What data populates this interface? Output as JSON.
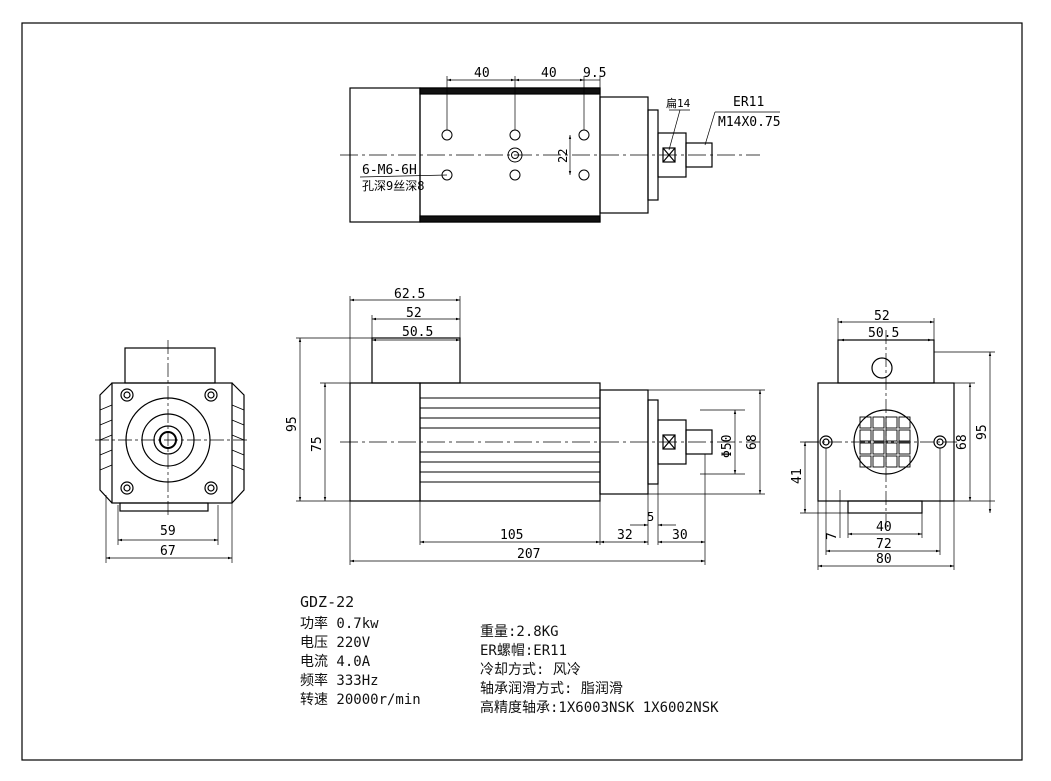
{
  "top_view": {
    "dims": {
      "d1": "40",
      "d2": "40",
      "d3": "9.5",
      "d4": "22"
    },
    "hole_callout_line1": "6-M6-6H",
    "hole_callout_line2": "孔深9丝深8",
    "flat_label": "扁14",
    "collet_label": "ER11",
    "thread_label": "M14X0.75"
  },
  "left_view": {
    "dims": {
      "w1": "59",
      "w2": "67"
    }
  },
  "front_view": {
    "dims": {
      "top1": "62.5",
      "top2": "52",
      "top3": "50.5",
      "h_total": "95",
      "h_body": "75",
      "h_right": "68",
      "dia": "Φ50",
      "len_body": "105",
      "len_a": "32",
      "len_b": "30",
      "len_c": "5",
      "len_total": "207"
    }
  },
  "right_view": {
    "dims": {
      "top1": "52",
      "top2": "50.5",
      "h1": "68",
      "h2": "95",
      "h3": "41",
      "b1": "7",
      "b2": "40",
      "b3": "72",
      "b4": "80"
    }
  },
  "specs": {
    "model": "GDZ-22",
    "power": "功率 0.7kw",
    "voltage": "电压 220V",
    "current": "电流 4.0A",
    "frequency": "频率 333Hz",
    "speed": "转速 20000r/min",
    "weight": "重量:2.8KG",
    "nut": "ER螺帽:ER11",
    "cooling": "冷却方式: 风冷",
    "lubrication": "轴承润滑方式: 脂润滑",
    "bearings": "高精度轴承:1X6003NSK 1X6002NSK"
  }
}
